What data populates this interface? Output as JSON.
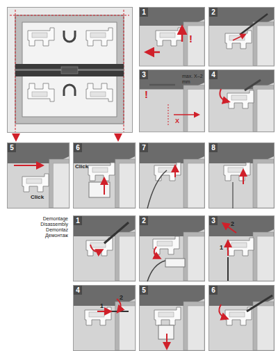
{
  "diagram": {
    "labels": [
      "1",
      "!",
      "2",
      "3",
      "!",
      "max. X–2 mm",
      "X",
      "4",
      "5",
      "Click",
      "6",
      "Click",
      "7",
      "8",
      "Demontage",
      "Disassembly",
      "Demontaz",
      "Демонтаж",
      "1",
      "2",
      "3",
      "2",
      "1",
      "4",
      "2",
      "1",
      "5",
      "6"
    ]
  }
}
